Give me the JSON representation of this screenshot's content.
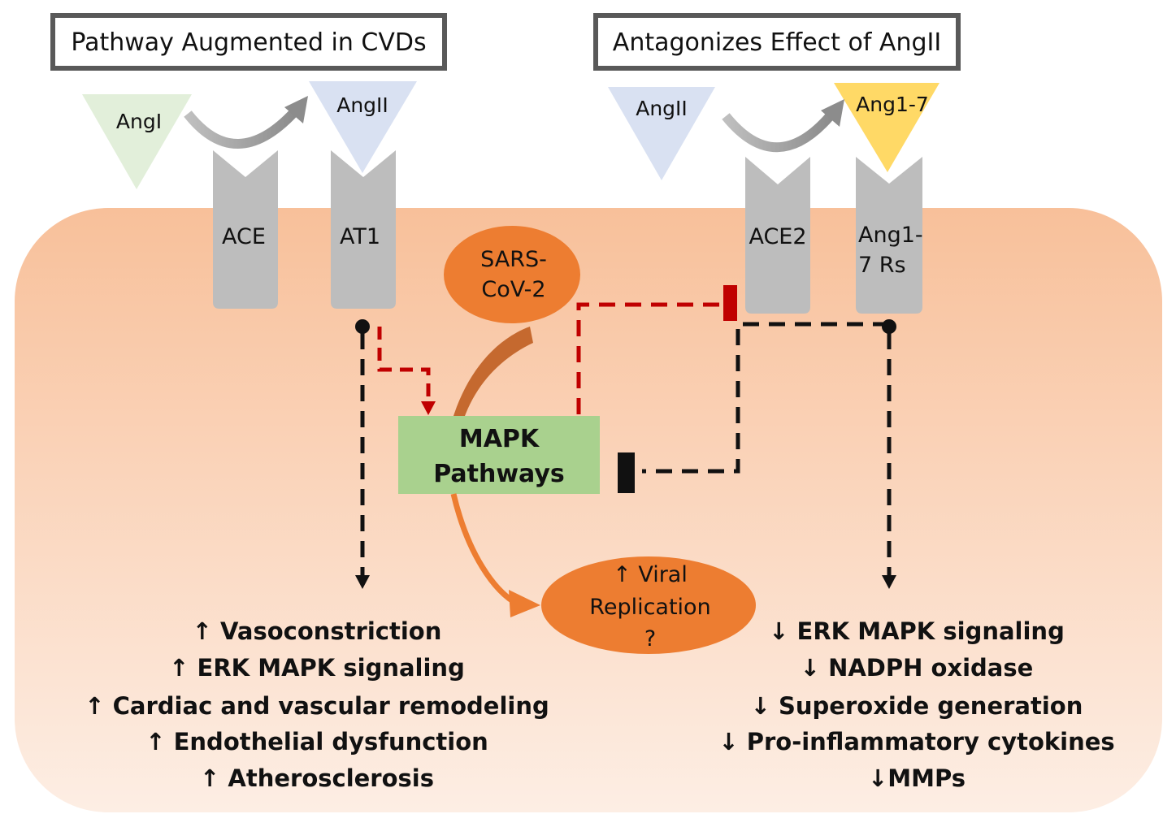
{
  "headers": {
    "left": "Pathway Augmented in CVDs",
    "right": "Antagonizes Effect of AngII"
  },
  "ligands": {
    "angI": "AngI",
    "angII_left": "AngII",
    "angII_right": "AngII",
    "ang17": "Ang1-7"
  },
  "receptors": {
    "ace": "ACE",
    "at1": "AT1",
    "ace2": "ACE2",
    "ang17rs_line1": "Ang1-",
    "ang17rs_line2": "7 Rs"
  },
  "virus": {
    "line1": "SARS-",
    "line2": "CoV-2"
  },
  "mapk": {
    "line1": "MAPK",
    "line2": "Pathways"
  },
  "replication": {
    "line1": "↑ Viral",
    "line2": "Replication",
    "line3": "?"
  },
  "left_effects": [
    "↑ Vasoconstriction",
    "↑ ERK MAPK signaling",
    "↑ Cardiac and vascular remodeling",
    "↑ Endothelial dysfunction",
    "↑ Atherosclerosis"
  ],
  "right_effects": [
    "↓  ERK MAPK signaling",
    "↓ NADPH oxidase",
    "↓ Superoxide generation",
    "↓ Pro-inflammatory cytokines",
    "↓MMPs"
  ],
  "colors": {
    "cell_top": "#f8c09a",
    "cell_bottom": "#fdeee4",
    "receptor": "#bdbdbd",
    "angI": "#e2efda",
    "angII": "#d9e1f2",
    "ang17": "#ffd966",
    "virus": "#ed7d31",
    "mapk_box": "#a9d18e",
    "inhibit_red": "#c00000",
    "black": "#111111"
  }
}
